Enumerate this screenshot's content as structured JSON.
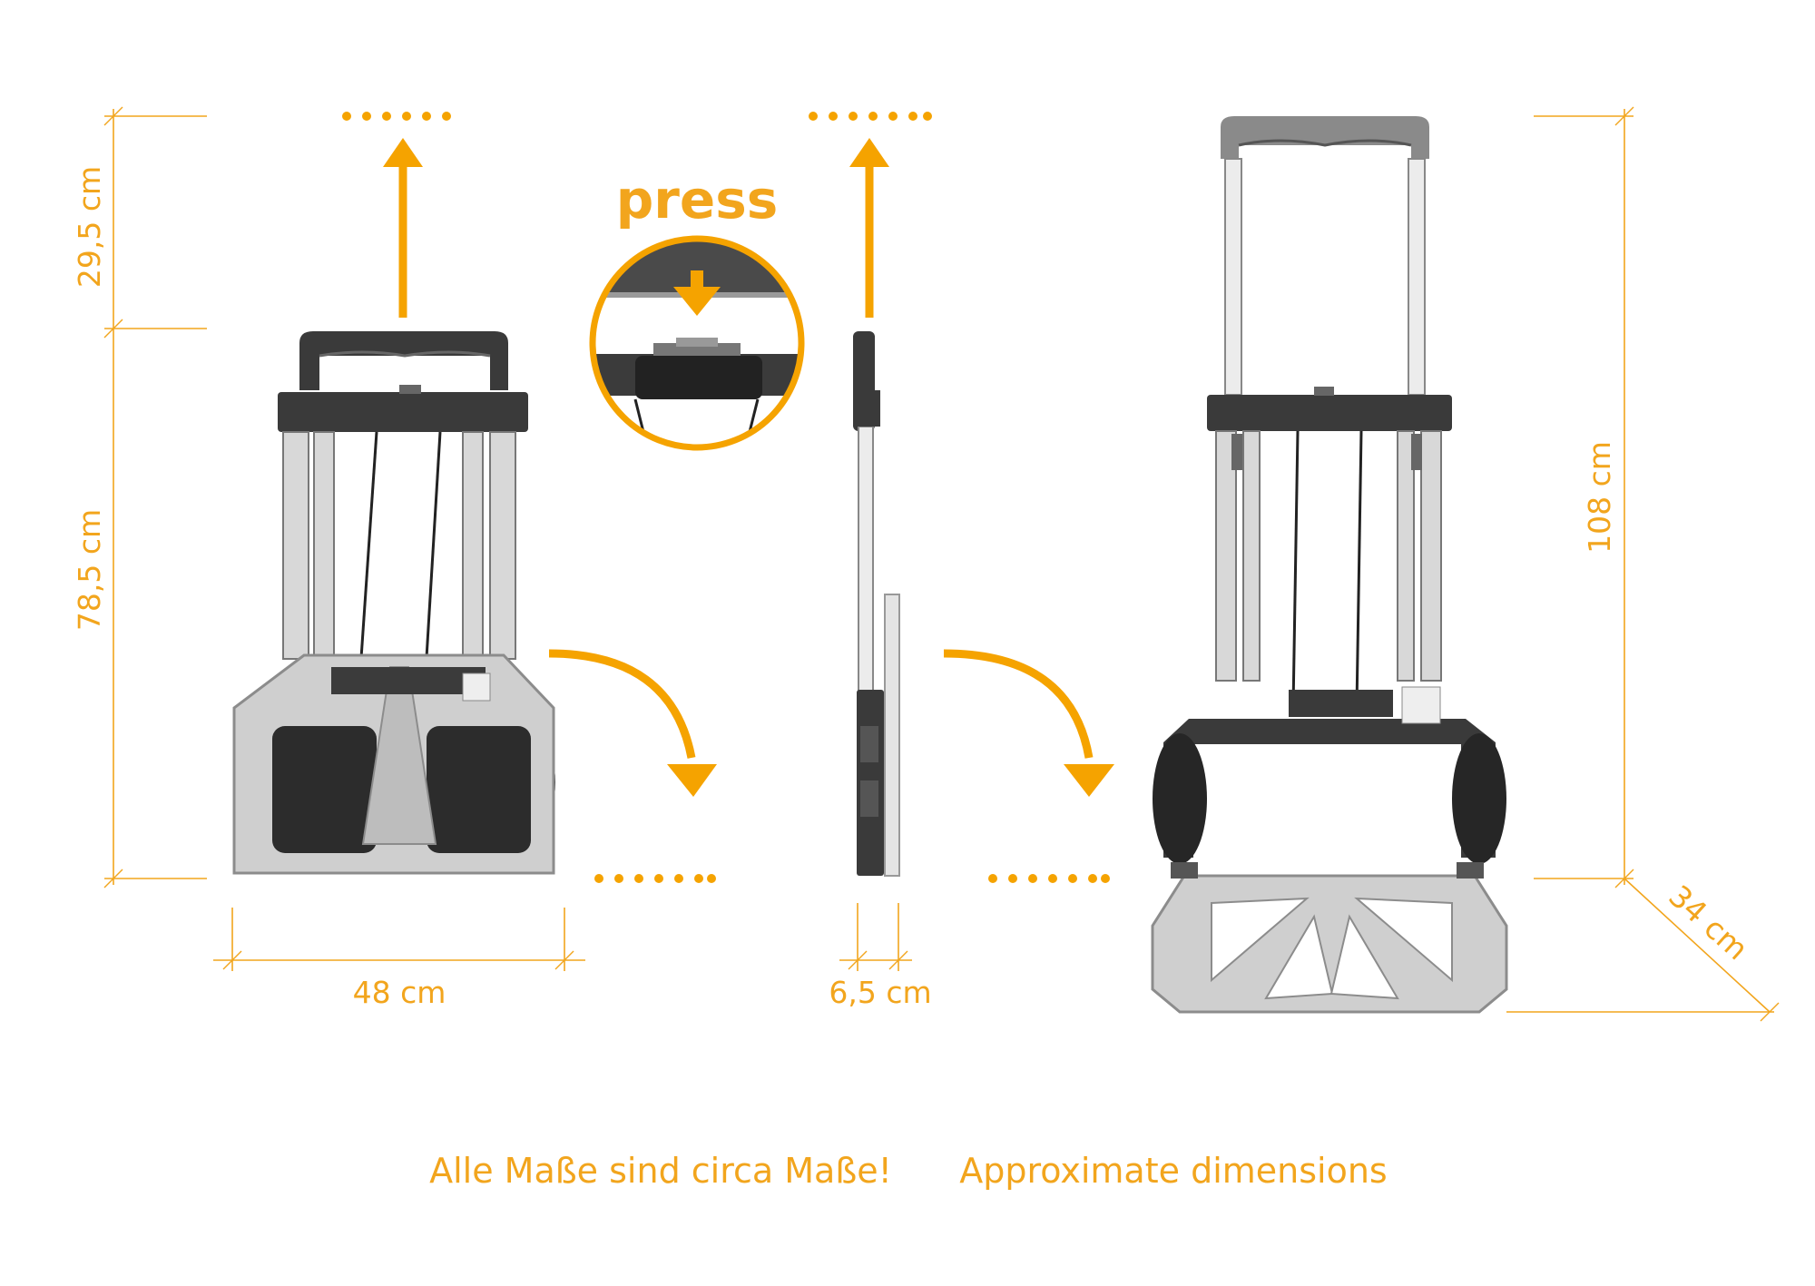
{
  "colors": {
    "accent": "#f5a300",
    "dimension_line": "#f2a51d",
    "trolley_dark": "#3a3a3a",
    "trolley_aluminium": "#d8d8d8"
  },
  "labels": {
    "handle_extension": "29,5 cm",
    "folded_height": "78,5 cm",
    "width": "48 cm",
    "depth_folded": "6,5 cm",
    "height_extended": "108 cm",
    "depth_open": "34 cm",
    "press": "press"
  },
  "footer": {
    "german": "Alle Maße sind circa Maße!",
    "english": "Approximate dimensions"
  },
  "icons": {
    "up_arrow_left": "arrow-up-icon",
    "up_arrow_middle": "arrow-up-icon",
    "curved_arrow_left": "curved-arrow-down-icon",
    "curved_arrow_right": "curved-arrow-down-icon",
    "press_arrow": "arrow-down-icon",
    "zoom_circle": "magnifier-circle-icon"
  }
}
